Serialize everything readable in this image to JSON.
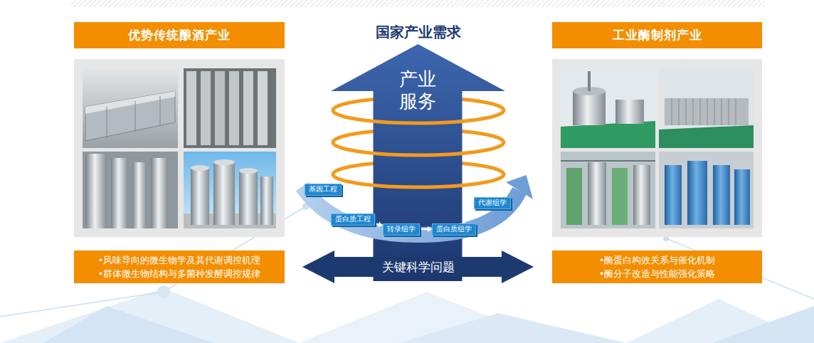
{
  "diagram": {
    "title": "国家产业需求",
    "nodes": [
      {
        "text": [
          "优势传统酿酒产业"
        ]
      },
      {
        "text": [
          "•风味导向的微生物学及其代谢调控机理",
          "•群体微生物结构与多菌种发酵调控规律"
        ]
      },
      {
        "text": [
          "产业 服务"
        ]
      },
      {
        "text": [
          "基因工程"
        ]
      },
      {
        "text": [
          "蛋白质工程"
        ]
      },
      {
        "text": [
          "转录组学"
        ]
      },
      {
        "text": [
          "蛋白质组学"
        ]
      },
      {
        "text": [
          "代谢组学"
        ]
      },
      {
        "text": [
          "关键科学问题"
        ]
      },
      {
        "text": [
          "工业酶制剂产业"
        ]
      },
      {
        "text": [
          "•酶蛋白构效关系与催化机制",
          "•酶分子改造与性能强化策略"
        ]
      }
    ],
    "edges": [
      {
        "from": 3,
        "to": 4,
        "arrow": "to"
      },
      {
        "from": 4,
        "to": 5,
        "arrow": "to"
      },
      {
        "from": 5,
        "to": 6,
        "arrow": "to"
      },
      {
        "from": 6,
        "to": 7,
        "arrow": "to"
      }
    ]
  }
}
